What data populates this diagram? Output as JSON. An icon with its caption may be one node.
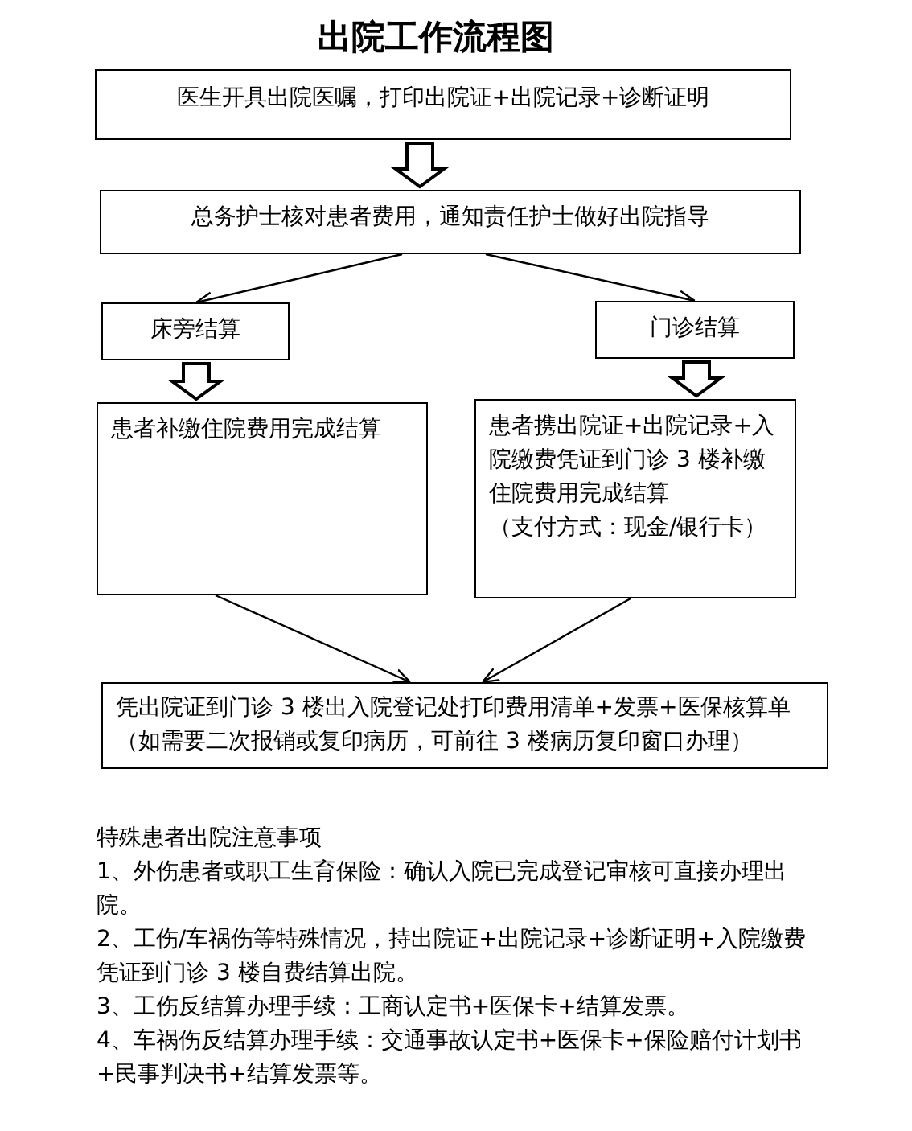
{
  "diagram": {
    "title": "出院工作流程图",
    "nodes": [
      {
        "text": [
          "医生开具出院医嘱，打印出院证+出院记录+诊断证明"
        ]
      },
      {
        "text": [
          "总务护士核对患者费用，通知责任护士做好出院指导"
        ]
      },
      {
        "text": [
          "床旁结算"
        ]
      },
      {
        "text": [
          "门诊结算"
        ]
      },
      {
        "text": [
          "患者补缴住院费用完成结算"
        ]
      },
      {
        "text": [
          "患者携出院证+出院记录+入院缴费凭证到门诊 3 楼补缴住院费用完成结算",
          "（支付方式：现金/银行卡）"
        ]
      },
      {
        "text": [
          "凭出院证到门诊 3 楼出入院登记处打印费用清单+发票+医保核算单",
          "（如需要二次报销或复印病历，可前往 3 楼病历复印窗口办理）"
        ]
      }
    ],
    "edges": [
      {
        "from": 0,
        "to": 1,
        "arrow": "to",
        "style": "thick"
      },
      {
        "from": 1,
        "to": 2,
        "arrow": "to"
      },
      {
        "from": 1,
        "to": 3,
        "arrow": "to"
      },
      {
        "from": 2,
        "to": 4,
        "arrow": "to",
        "style": "thick"
      },
      {
        "from": 3,
        "to": 5,
        "arrow": "to",
        "style": "thick"
      },
      {
        "from": 4,
        "to": 6,
        "arrow": "to"
      },
      {
        "from": 5,
        "to": 6,
        "arrow": "to"
      }
    ],
    "labels": [
      "特殊患者出院注意事项",
      "1、外伤患者或职工生育保险：确认入院已完成登记审核可直接办理出院。",
      "2、工伤/车祸伤等特殊情况，持出院证+出院记录+诊断证明+入院缴费凭证到门诊 3 楼自费结算出院。",
      "3、工伤反结算办理手续：工商认定书+医保卡+结算发票。",
      "4、车祸伤反结算办理手续：交通事故认定书+医保卡+保险赔付计划书+民事判决书+结算发票等。"
    ]
  }
}
